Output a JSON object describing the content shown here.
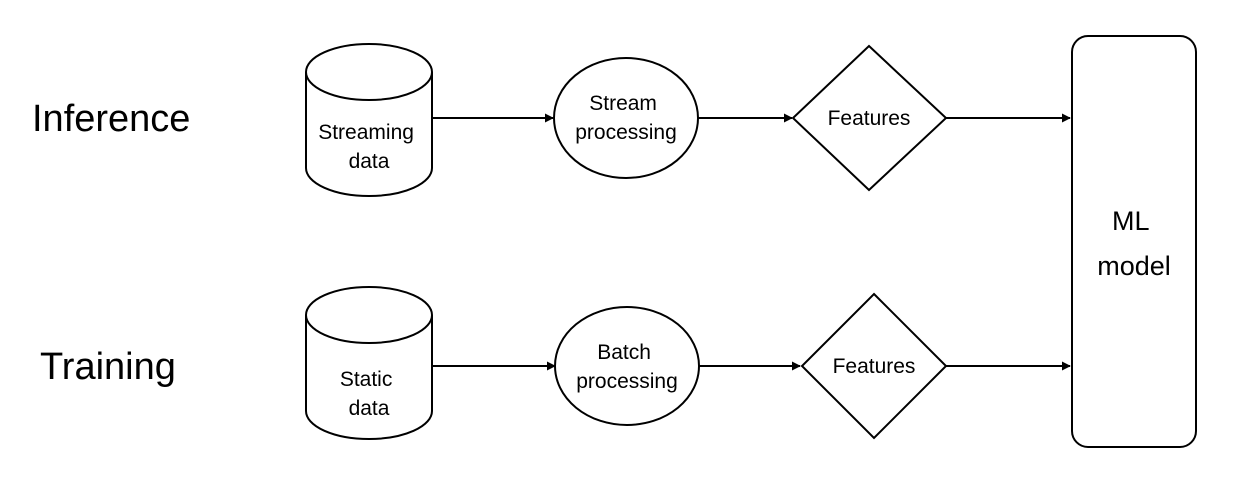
{
  "rows": {
    "inference": {
      "label": "Inference",
      "source": {
        "line1": "Streaming",
        "line2": "data"
      },
      "process": {
        "line1": "Stream",
        "line2": "processing"
      },
      "features": "Features"
    },
    "training": {
      "label": "Training",
      "source": {
        "line1": "Static",
        "line2": "data"
      },
      "process": {
        "line1": "Batch",
        "line2": "processing"
      },
      "features": "Features"
    }
  },
  "model": {
    "line1": "ML",
    "line2": "model"
  },
  "colors": {
    "stroke": "#000000",
    "fill": "#ffffff"
  }
}
